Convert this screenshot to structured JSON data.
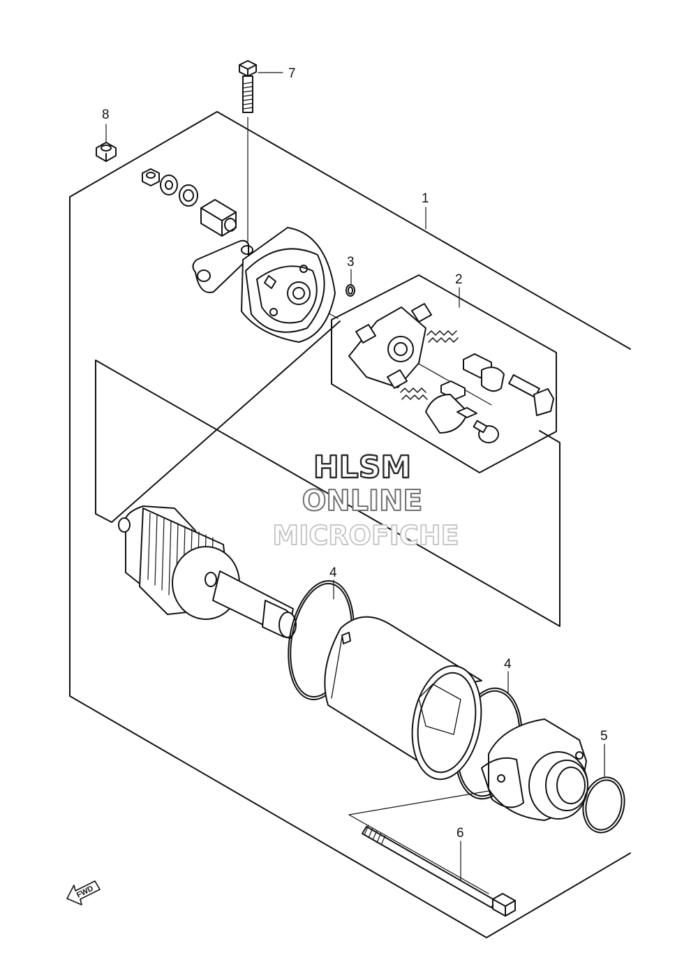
{
  "callouts": [
    "7",
    "8",
    "1",
    "3",
    "2",
    "4",
    "4",
    "5",
    "6"
  ],
  "watermark": {
    "line1": "HLSM",
    "line2": "ONLINE",
    "line3": "MICROFICHE",
    "colors": [
      "#2a2a2a",
      "#6e6e6e",
      "#c2c2c2"
    ]
  },
  "direction_arrow": {
    "label": "FWD",
    "icon": "fwd-arrow-icon"
  },
  "colors": {
    "line": "#111111",
    "background": "#ffffff"
  }
}
